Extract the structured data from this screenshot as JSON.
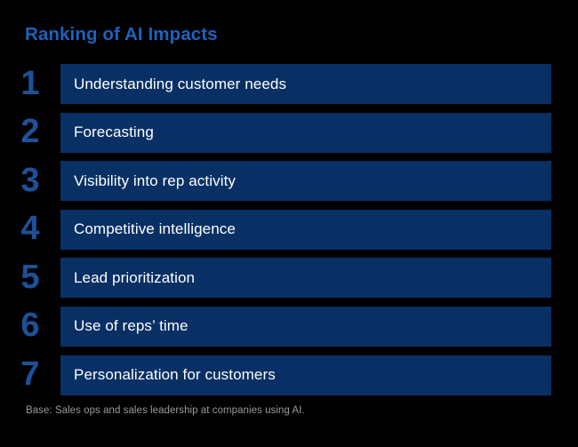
{
  "chart_data": {
    "type": "bar",
    "title": "Ranking of AI Impacts",
    "xlabel": "",
    "ylabel": "",
    "categories": [
      "Understanding customer needs",
      "Forecasting",
      "Visibility into rep activity",
      "Competitive intelligence",
      "Lead prioritization",
      "Use of reps’ time",
      "Personalization for customers"
    ],
    "values": [
      1,
      2,
      3,
      4,
      5,
      6,
      7
    ],
    "value_meaning": "rank",
    "annotations": [
      "Base: Sales ops and sales leadership at companies using AI."
    ],
    "legend": [],
    "grid": false
  },
  "header": {
    "title": "Ranking of AI Impacts"
  },
  "ranking": {
    "items": [
      {
        "rank": "1",
        "label": "Understanding customer needs"
      },
      {
        "rank": "2",
        "label": "Forecasting"
      },
      {
        "rank": "3",
        "label": "Visibility into rep activity"
      },
      {
        "rank": "4",
        "label": "Competitive intelligence"
      },
      {
        "rank": "5",
        "label": "Lead prioritization"
      },
      {
        "rank": "6",
        "label": "Use of reps’ time"
      },
      {
        "rank": "7",
        "label": "Personalization for customers"
      }
    ]
  },
  "footer": {
    "base_note": "Base: Sales ops and sales leadership at companies using AI."
  },
  "colors": {
    "background": "#000000",
    "title": "#1c63bd",
    "rank_number": "#1d5199",
    "bar": "#083064",
    "bar_label": "#ffffff",
    "footnote": "#9a9a9a"
  }
}
